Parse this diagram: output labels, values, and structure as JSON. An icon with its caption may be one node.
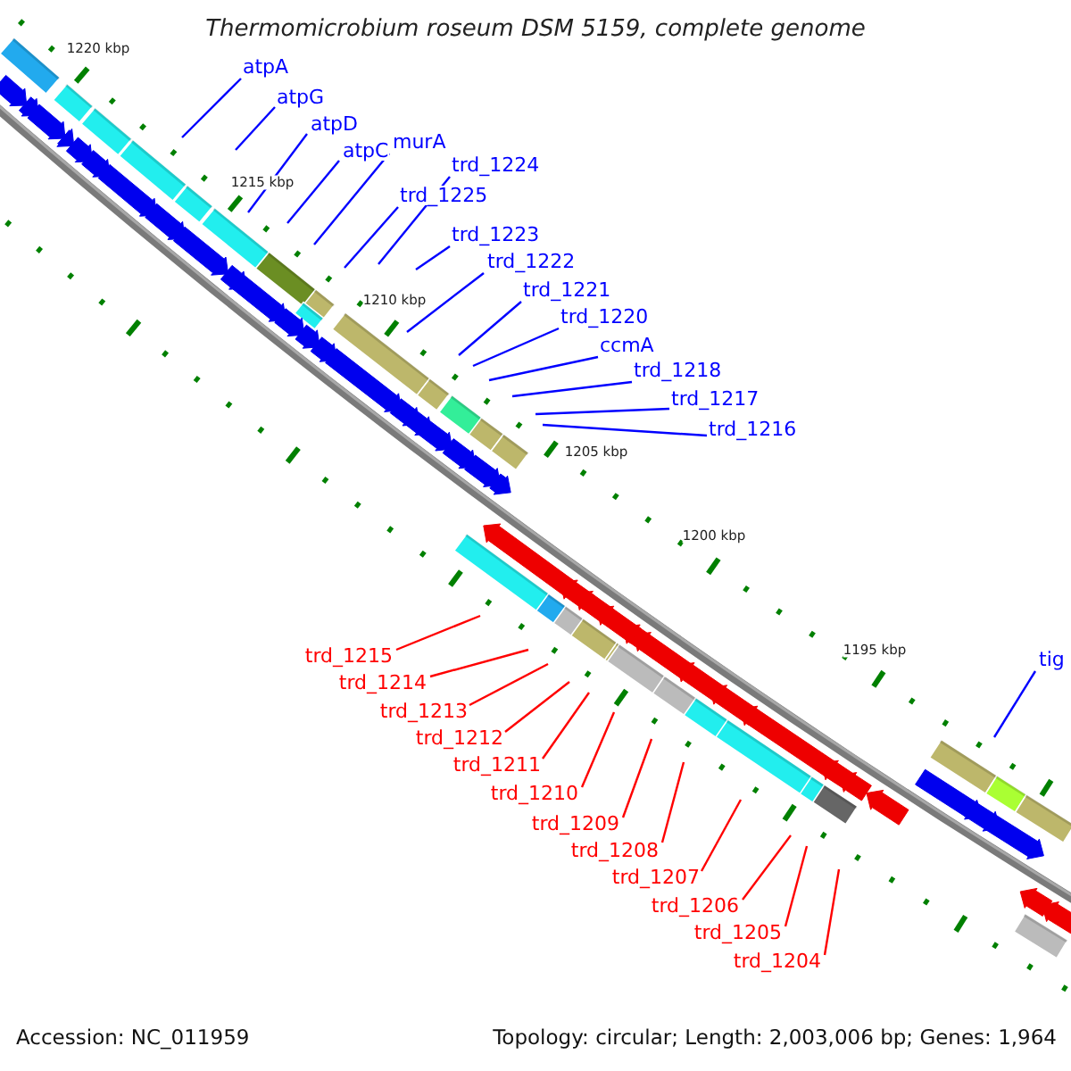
{
  "diagram": {
    "title": "Thermomicrobium roseum DSM 5159, complete genome",
    "nodes": [
      {
        "text": [
          "atpA"
        ]
      },
      {
        "text": [
          "atpG"
        ]
      },
      {
        "text": [
          "atpD"
        ]
      },
      {
        "text": [
          "atpC"
        ]
      },
      {
        "text": [
          "murA"
        ]
      },
      {
        "text": [
          "trd_1224"
        ]
      },
      {
        "text": [
          "trd_1225"
        ]
      },
      {
        "text": [
          "trd_1223"
        ]
      },
      {
        "text": [
          "trd_1222"
        ]
      },
      {
        "text": [
          "trd_1221"
        ]
      },
      {
        "text": [
          "trd_1220"
        ]
      },
      {
        "text": [
          "ccmA"
        ]
      },
      {
        "text": [
          "trd_1218"
        ]
      },
      {
        "text": [
          "trd_1217"
        ]
      },
      {
        "text": [
          "trd_1216"
        ]
      },
      {
        "text": [
          "tig"
        ]
      },
      {
        "text": [
          "trd_1215"
        ]
      },
      {
        "text": [
          "trd_1214"
        ]
      },
      {
        "text": [
          "trd_1213"
        ]
      },
      {
        "text": [
          "trd_1212"
        ]
      },
      {
        "text": [
          "trd_1211"
        ]
      },
      {
        "text": [
          "trd_1210"
        ]
      },
      {
        "text": [
          "trd_1209"
        ]
      },
      {
        "text": [
          "trd_1208"
        ]
      },
      {
        "text": [
          "trd_1207"
        ]
      },
      {
        "text": [
          "trd_1206"
        ]
      },
      {
        "text": [
          "trd_1205"
        ]
      },
      {
        "text": [
          "trd_1204"
        ]
      }
    ],
    "edges": [
      {
        "from": 0,
        "to": null,
        "arrow": "none"
      },
      {
        "from": 1,
        "to": null,
        "arrow": "none"
      },
      {
        "from": 2,
        "to": null,
        "arrow": "none"
      },
      {
        "from": 3,
        "to": null,
        "arrow": "none"
      },
      {
        "from": 4,
        "to": null,
        "arrow": "none"
      },
      {
        "from": 5,
        "to": null,
        "arrow": "none"
      },
      {
        "from": 6,
        "to": null,
        "arrow": "none"
      },
      {
        "from": 7,
        "to": null,
        "arrow": "none"
      },
      {
        "from": 8,
        "to": null,
        "arrow": "none"
      },
      {
        "from": 9,
        "to": null,
        "arrow": "none"
      },
      {
        "from": 10,
        "to": null,
        "arrow": "none"
      },
      {
        "from": 11,
        "to": null,
        "arrow": "none"
      },
      {
        "from": 12,
        "to": null,
        "arrow": "none"
      },
      {
        "from": 13,
        "to": null,
        "arrow": "none"
      },
      {
        "from": 14,
        "to": null,
        "arrow": "none"
      },
      {
        "from": 15,
        "to": null,
        "arrow": "none"
      },
      {
        "from": 16,
        "to": null,
        "arrow": "none",
        "color": "#ff0000"
      },
      {
        "from": 17,
        "to": null,
        "arrow": "none",
        "color": "#ff0000"
      },
      {
        "from": 18,
        "to": null,
        "arrow": "none",
        "color": "#ff0000"
      },
      {
        "from": 19,
        "to": null,
        "arrow": "none",
        "color": "#ff0000"
      },
      {
        "from": 20,
        "to": null,
        "arrow": "none",
        "color": "#ff0000"
      },
      {
        "from": 21,
        "to": null,
        "arrow": "none",
        "color": "#ff0000"
      },
      {
        "from": 22,
        "to": null,
        "arrow": "none",
        "color": "#ff0000"
      },
      {
        "from": 23,
        "to": null,
        "arrow": "none",
        "color": "#ff0000"
      },
      {
        "from": 24,
        "to": null,
        "arrow": "none",
        "color": "#ff0000"
      },
      {
        "from": 25,
        "to": null,
        "arrow": "none",
        "color": "#ff0000"
      },
      {
        "from": 26,
        "to": null,
        "arrow": "none",
        "color": "#ff0000"
      },
      {
        "from": 27,
        "to": null,
        "arrow": "none",
        "color": "#ff0000"
      }
    ],
    "labels": [
      "1220 kbp",
      "1215 kbp",
      "1210 kbp",
      "1205 kbp",
      "1200 kbp",
      "1195 kbp",
      "Accession: NC_011959",
      "Topology: circular; Length: 2,003,006 bp; Genes: 1,964"
    ]
  }
}
